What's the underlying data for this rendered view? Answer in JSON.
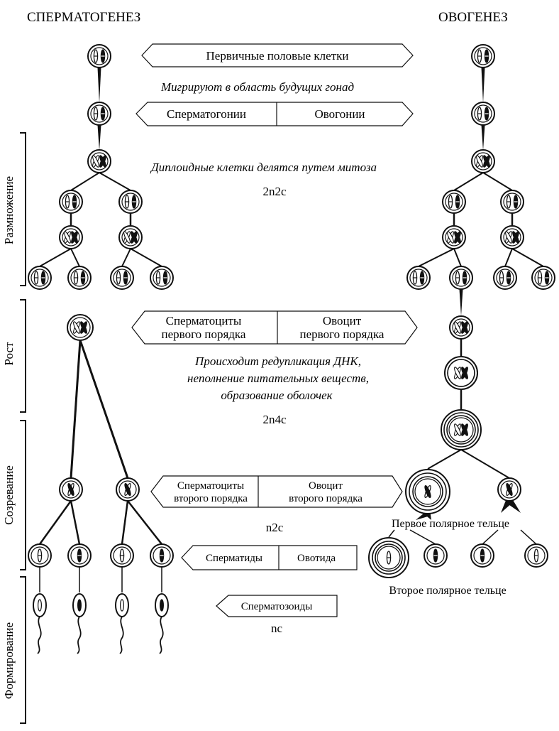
{
  "headers": {
    "left": "СПЕРМАТОГЕНЕЗ",
    "right": "ОВОГЕНЕЗ"
  },
  "stages": {
    "reproduction": "Размножение",
    "growth": "Рост",
    "maturation": "Созревание",
    "formation": "Формирование"
  },
  "boxes": {
    "primary": "Первичные половые клетки",
    "spermatogonia": "Сперматогонии",
    "oogonia": "Овогонии",
    "spermatocytes1_line1": "Сперматоциты",
    "spermatocytes1_line2": "первого порядка",
    "oocyte1_line1": "Овоцит",
    "oocyte1_line2": "первого порядка",
    "spermatocytes2_line1": "Сперматоциты",
    "spermatocytes2_line2": "второго порядка",
    "oocyte2_line1": "Овоцит",
    "oocyte2_line2": "второго порядка",
    "spermatids": "Сперматиды",
    "ootid": "Овотида",
    "spermatozoa": "Сперматозоиды"
  },
  "notes": {
    "migrate": "Мигрируют в область будущих гонад",
    "mitosis": "Диплоидные клетки делятся путем митоза",
    "growth_line1": "Происходит редупликация ДНК,",
    "growth_line2": "неполнение питательных веществ,",
    "growth_line3": "образование оболочек",
    "first_polar": "Первое полярное тельце",
    "second_polar": "Второе полярное тельце"
  },
  "formulas": {
    "f1": "2n2c",
    "f2": "2n4c",
    "f3": "n2c",
    "f4": "nc"
  }
}
